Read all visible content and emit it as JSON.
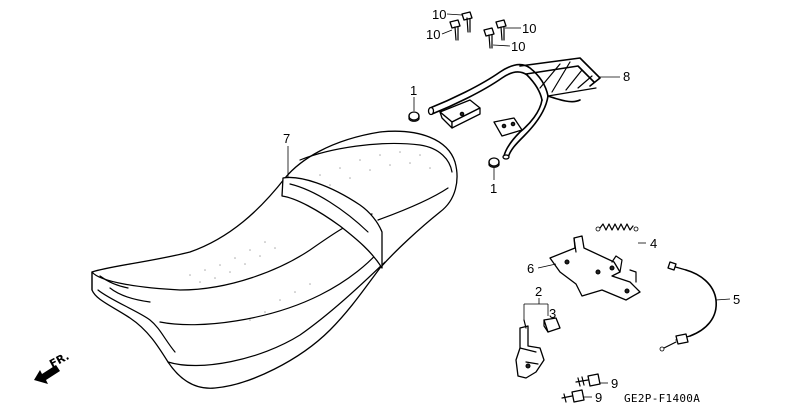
{
  "diagram": {
    "callouts": [
      {
        "id": "label-10-a",
        "text": "10"
      },
      {
        "id": "label-10-b",
        "text": "10"
      },
      {
        "id": "label-10-c",
        "text": "10"
      },
      {
        "id": "label-10-d",
        "text": "10"
      },
      {
        "id": "label-8",
        "text": "8"
      },
      {
        "id": "label-1-a",
        "text": "1"
      },
      {
        "id": "label-1-b",
        "text": "1"
      },
      {
        "id": "label-7",
        "text": "7"
      },
      {
        "id": "label-4",
        "text": "4"
      },
      {
        "id": "label-6",
        "text": "6"
      },
      {
        "id": "label-5",
        "text": "5"
      },
      {
        "id": "label-2",
        "text": "2"
      },
      {
        "id": "label-3",
        "text": "3"
      },
      {
        "id": "label-9-a",
        "text": "9"
      },
      {
        "id": "label-9-b",
        "text": "9"
      }
    ],
    "direction_label": "FR.",
    "figure_code": "GE2P-F1400A"
  }
}
